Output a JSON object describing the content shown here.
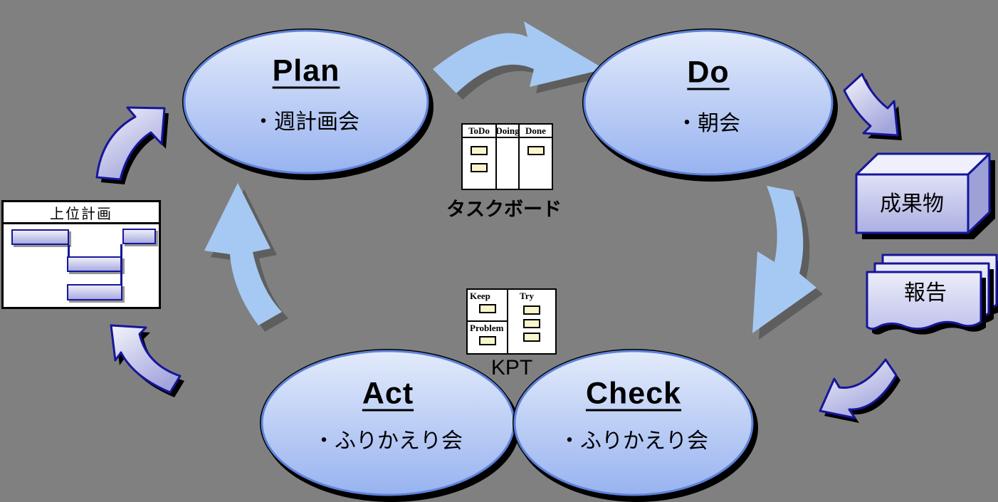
{
  "nodes": {
    "plan": {
      "title": "Plan",
      "item": "・週計画会"
    },
    "do": {
      "title": "Do",
      "item": "・朝会"
    },
    "check": {
      "title": "Check",
      "item": "・ふりかえり会"
    },
    "act": {
      "title": "Act",
      "item": "・ふりかえり会"
    }
  },
  "task_board": {
    "label": "タスクボード",
    "columns": [
      {
        "name": "ToDo",
        "notes": 2
      },
      {
        "name": "Doing",
        "notes": 0
      },
      {
        "name": "Done",
        "notes": 1
      }
    ]
  },
  "kpt_board": {
    "label": "KPT",
    "cells": [
      {
        "name": "Keep",
        "notes": 1
      },
      {
        "name": "Problem",
        "notes": 1
      },
      {
        "name": "Try",
        "notes": 3
      }
    ]
  },
  "upper_plan": {
    "title": "上位計画",
    "bars": 4
  },
  "deliverable": {
    "label": "成果物"
  },
  "report": {
    "label": "報告"
  },
  "colors": {
    "background": "#808080",
    "ellipse_fill_top": "#E3EBFB",
    "ellipse_fill_bottom": "#98B3F0",
    "ellipse_border": "#5F82D9",
    "cycle_arrow": "#A6C9F3",
    "cycle_arrow_shadow": "#5E5E5E",
    "io_border": "#16169B",
    "io_fill_light": "#F2F2FB",
    "io_fill_dark": "#A6A8DC",
    "sticky_note": "#FAF6CB",
    "board_background": "#FFFFFF"
  }
}
